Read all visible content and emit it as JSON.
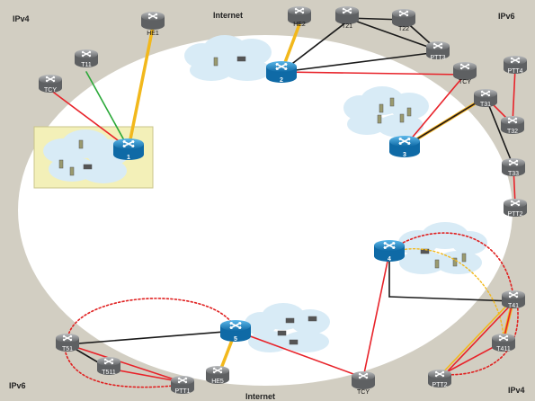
{
  "regions": {
    "ipv4_top_left": "IPv4",
    "internet_top": "Internet",
    "ipv6_top_right": "IPv6",
    "ipv6_bottom_left": "IPv6",
    "internet_bottom": "Internet",
    "ipv4_bottom_right": "IPv4"
  },
  "colors": {
    "background": "#d2cec2",
    "core_ellipse": "#ffffff",
    "highlight_box": "#f3f0b8",
    "cloud": "#d8ebf6",
    "link_red": "#e8232a",
    "link_black": "#1a1a1a",
    "link_yellow": "#f2b81c",
    "link_green": "#2aa838",
    "link_dotted_red": "#e02020",
    "router_blue": "#1e86c6",
    "router_gray": "#8a8c8e"
  },
  "routers": {
    "r1": "1",
    "r2": "2",
    "r3": "3",
    "r4": "4",
    "r5": "5"
  },
  "peers": {
    "he1": "HE1",
    "t11": "T11",
    "tcy_left": "TCY",
    "he2": "HE2",
    "t21": "T21",
    "t22": "T22",
    "ptt3": "PTT3",
    "tcy_right": "TCY",
    "ptt4": "PTT4",
    "t31": "T31",
    "t32": "T32",
    "t33": "T33",
    "ptt2_right": "PTT2",
    "t41": "T41",
    "t411": "T411",
    "ptt2_bottom": "PTT2",
    "tcy_bottom": "TCY",
    "t51": "T51",
    "t511": "T511",
    "ptt1": "PTT1",
    "he5": "HE5"
  }
}
